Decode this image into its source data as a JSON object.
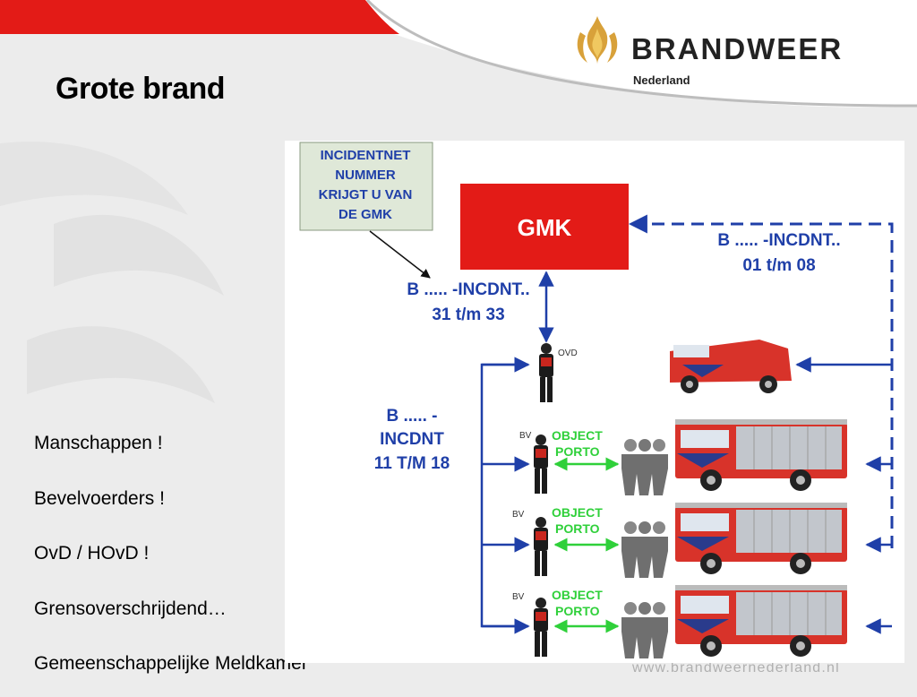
{
  "header": {
    "title": "Grote brand",
    "logo_name": "BRANDWEER",
    "logo_sub": "Nederland",
    "logo_icon": "flame-icon"
  },
  "bullets": [
    "Manschappen !",
    "Bevelvoerders !",
    "OvD / HOvD !",
    "Grensoverschrijdend…",
    "Gemeenschappelijke Meldkamer"
  ],
  "footer": {
    "url": "www.brandweernederland.nl"
  },
  "diagram": {
    "note_lines": [
      "INCIDENTNET",
      "NUMMER",
      "KRIJGT U VAN",
      "DE GMK"
    ],
    "gmk_label": "GMK",
    "channel_top": {
      "line1": "B ..... -INCDNT..",
      "line2": "01 t/m 08"
    },
    "channel_mid": {
      "line1": "B ..... -INCDNT..",
      "line2": "31 t/m 33"
    },
    "channel_left": {
      "line1": "B ..... -",
      "line2": "INCDNT",
      "line3": "11 T/M 18"
    },
    "ovd_label": "OVD",
    "bv_label": "BV",
    "object_line1": "OBJECT",
    "object_line2": "PORTO"
  },
  "colors": {
    "accent_red": "#e31b17",
    "line_blue": "#1f3fa8",
    "porto_green": "#2fd03a",
    "note_bg": "#dfe8d8"
  }
}
